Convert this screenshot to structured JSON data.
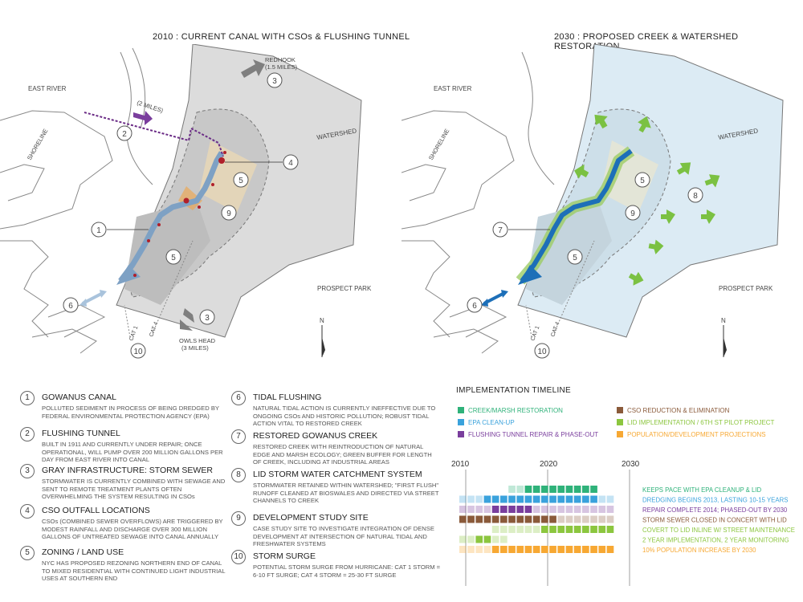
{
  "maps": {
    "left_title": "2010 : CURRENT CANAL WITH CSOs & FLUSHING TUNNEL",
    "right_title": "2030 : PROPOSED CREEK & WATERSHED RESTORATION",
    "labels": {
      "east_river": "EAST RIVER",
      "shoreline": "SHORELINE",
      "watershed": "WATERSHED",
      "prospect_park": "PROSPECT PARK",
      "redhook_1": "REDHOOK",
      "redhook_2": "(1.5 MILES)",
      "owls_head_1": "OWLS HEAD",
      "owls_head_2": "(3 MILES)",
      "two_miles": "(2 MILES)",
      "cat1": "CAT 1",
      "cat4": "CAT 4",
      "north": "N"
    },
    "left_markers": [
      "1",
      "2",
      "3",
      "3",
      "4",
      "5",
      "5",
      "6",
      "9",
      "10"
    ],
    "right_markers": [
      "5",
      "5",
      "6",
      "7",
      "8",
      "9",
      "10"
    ]
  },
  "legend": [
    {
      "num": "1",
      "title": "GOWANUS CANAL",
      "desc": "POLLUTED SEDIMENT IN PROCESS OF BEING DREDGED BY FEDERAL ENVIRONMENTAL PROTECTION AGENCY (EPA)"
    },
    {
      "num": "2",
      "title": "FLUSHING TUNNEL",
      "desc": "BUILT IN 1911 AND CURRENTLY UNDER REPAIR; ONCE OPERATIONAL, WILL PUMP OVER 200 MILLION GALLONS PER DAY FROM EAST RIVER INTO CANAL"
    },
    {
      "num": "3",
      "title": "GRAY INFRASTRUCTURE: STORM SEWER",
      "desc": "STORMWATER IS CURRENTLY COMBINED WITH SEWAGE AND SENT TO REMOTE TREATMENT PLANTS OFTEN OVERWHELMING THE SYSTEM RESULTING IN CSOs"
    },
    {
      "num": "4",
      "title": "CSO OUTFALL LOCATIONS",
      "desc": "CSOs (COMBINED SEWER OVERFLOWS) ARE TRIGGERED BY MODEST RAINFALL AND DISCHARGE OVER 300 MILLION GALLONS OF UNTREATED SEWAGE INTO CANAL ANNUALLY"
    },
    {
      "num": "5",
      "title": "ZONING / LAND USE",
      "desc": "NYC HAS PROPOSED REZONING NORTHERN END OF CANAL TO MIXED RESIDENTIAL WITH CONTINUED LIGHT INDUSTRIAL USES AT SOUTHERN END"
    },
    {
      "num": "6",
      "title": "TIDAL FLUSHING",
      "desc": "NATURAL TIDAL ACTION IS CURRENTLY INEFFECTIVE DUE TO ONGOING CSOs AND HISTORIC POLLUTION; ROBUST TIDAL ACTION VITAL TO RESTORED CREEK"
    },
    {
      "num": "7",
      "title": "RESTORED GOWANUS CREEK",
      "desc": "RESTORED CREEK WITH REINTRODUCTION OF NATURAL EDGE AND MARSH ECOLOGY; GREEN BUFFER FOR LENGTH OF CREEK, INCLUDING AT INDUSTRIAL AREAS"
    },
    {
      "num": "8",
      "title": "LID STORM WATER CATCHMENT SYSTEM",
      "desc": "STORMWATER RETAINED WITHIN WATERSHED; \"FIRST FLUSH\" RUNOFF CLEANED AT BIOSWALES AND DIRECTED VIA STREET CHANNELS TO CREEK"
    },
    {
      "num": "9",
      "title": "DEVELOPMENT STUDY SITE",
      "desc": "CASE STUDY SITE TO INVESTIGATE INTEGRATION OF DENSE DEVELOPMENT AT INTERSECTION OF NATURAL TIDAL AND FRESHWATER SYSTEMS"
    },
    {
      "num": "10",
      "title": "STORM SURGE",
      "desc": "POTENTIAL STORM SURGE FROM HURRICANE: CAT 1 STORM = 6-10 FT SURGE; CAT 4 STORM = 25-30 FT SURGE"
    }
  ],
  "timeline": {
    "title": "IMPLEMENTATION TIMELINE",
    "keys": [
      {
        "label": "CREEK/MARSH RESTORATION",
        "color": "#2fb27a"
      },
      {
        "label": "EPA CLEAN-UP",
        "color": "#3aa2dc"
      },
      {
        "label": "FLUSHING TUNNEL REPAIR & PHASE-OUT",
        "color": "#7a3e9d"
      },
      {
        "label": "CSO REDUCTION & ELIMINATION",
        "color": "#8a5a3a"
      },
      {
        "label": "LID IMPLEMENTATION / 6TH ST PILOT PROJECT",
        "color": "#8cc63f"
      },
      {
        "label": "POPULATION/DEVELOPMENT PROJECTIONS",
        "color": "#f7a833"
      }
    ],
    "years": [
      "2010",
      "2020",
      "2030"
    ],
    "rows": [
      {
        "note": "KEEPS PACE WITH EPA CLEANUP & LID",
        "color": "#2fb27a",
        "faded": [
          6,
          7
        ],
        "full": [
          8,
          16
        ]
      },
      {
        "note": "DREDGING BEGINS 2013, LASTING 10-15 YEARS",
        "color": "#3aa2dc",
        "faded": [
          0,
          2,
          17,
          18
        ],
        "full": [
          3,
          16
        ]
      },
      {
        "note": "REPAIR COMPLETE 2014; PHASED-OUT BY 2030",
        "color": "#7a3e9d",
        "faded": [
          0,
          3,
          9,
          18
        ],
        "full": [
          4,
          8
        ]
      },
      {
        "note": "STORM SEWER CLOSED IN CONCERT WITH LID",
        "color": "#8a5a3a",
        "faded": [
          12,
          18
        ],
        "full": [
          0,
          11
        ]
      },
      {
        "note": "COVERT TO LID INLINE W/ STREET MAINTENANCE",
        "color": "#8cc63f",
        "faded": [
          4,
          18
        ],
        "full": [
          10,
          18
        ]
      },
      {
        "note": "2 YEAR IMPLEMENTATION, 2 YEAR MONITORING",
        "color": "#8cc63f",
        "faded": [
          0,
          1,
          4,
          5
        ],
        "full": [
          2,
          3
        ]
      },
      {
        "note": "10% POPULATION INCREASE BY 2030",
        "color": "#f7a833",
        "faded": [
          0,
          3
        ],
        "full": [
          4,
          18
        ]
      }
    ]
  }
}
